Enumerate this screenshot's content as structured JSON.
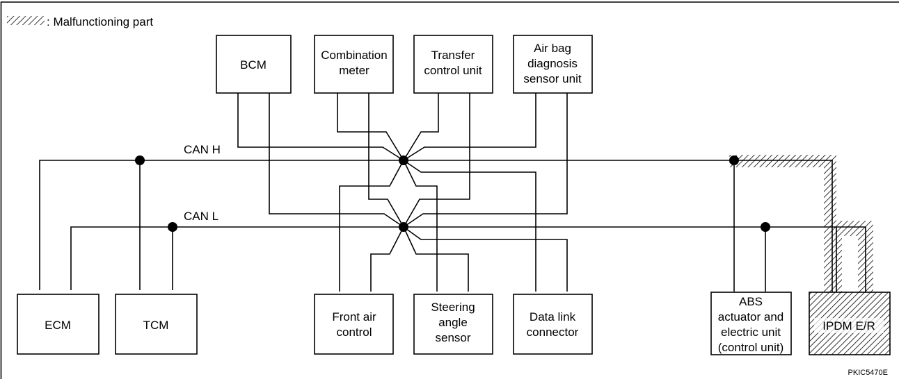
{
  "legend": {
    "text": ": Malfunctioning part"
  },
  "bus": {
    "can_h": "CAN H",
    "can_l": "CAN L"
  },
  "units": {
    "bcm": [
      "BCM"
    ],
    "combination_meter": [
      "Combination",
      "meter"
    ],
    "transfer_control_unit": [
      "Transfer",
      "control unit"
    ],
    "air_bag": [
      "Air bag",
      "diagnosis",
      "sensor unit"
    ],
    "ecm": [
      "ECM"
    ],
    "tcm": [
      "TCM"
    ],
    "front_air_control": [
      "Front air",
      "control"
    ],
    "steering_angle_sensor": [
      "Steering",
      "angle",
      "sensor"
    ],
    "data_link_connector": [
      "Data link",
      "connector"
    ],
    "abs": [
      "ABS",
      "actuator and",
      "electric unit",
      "(control unit)"
    ],
    "ipdm": [
      "IPDM E/R"
    ]
  },
  "malfunctioning": [
    "ipdm"
  ],
  "figure_code": "PKIC5470E"
}
